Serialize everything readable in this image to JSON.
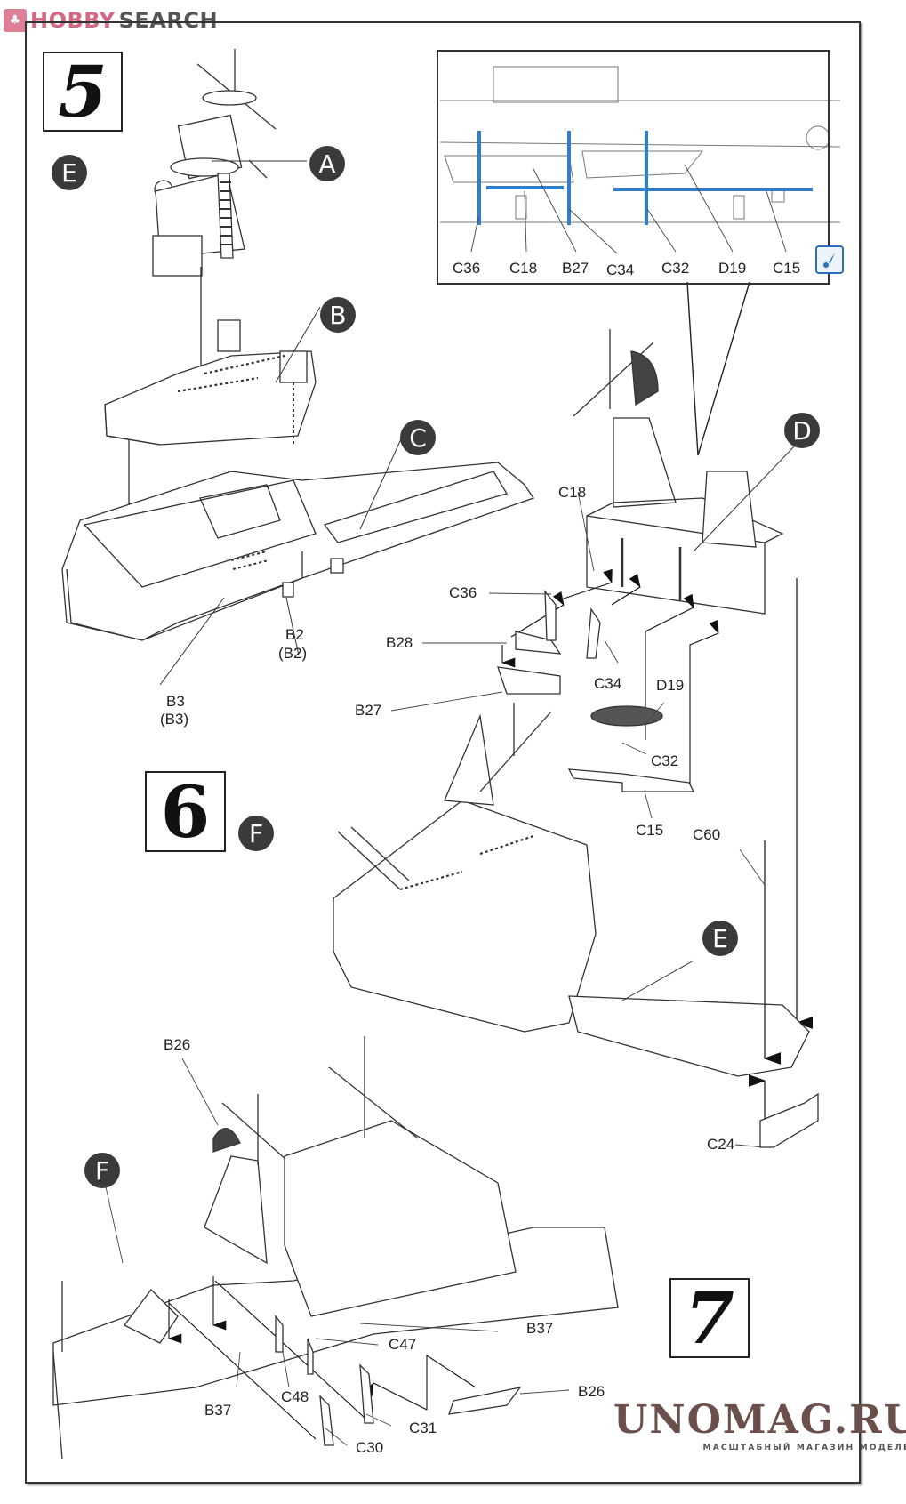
{
  "watermark": {
    "brand_logo_icon": "hobby-search-logo-icon",
    "brand_part1": "HOBBY",
    "brand_part2": "SEARCH"
  },
  "steps": [
    {
      "number": "5"
    },
    {
      "number": "6"
    },
    {
      "number": "7"
    }
  ],
  "assembly_labels": {
    "A": "A",
    "B": "B",
    "C": "C",
    "D": "D",
    "E_step5": "E",
    "E_step6": "E",
    "F_step6": "F",
    "F_step7": "F"
  },
  "inset": {
    "labels": [
      "C36",
      "C18",
      "B27",
      "C34",
      "C32",
      "D19",
      "C15"
    ],
    "highlight_color": "#2f7fd1",
    "note_icon": "paint-brush-note-icon"
  },
  "step5_parts": {
    "b3": "B3",
    "b3_alt": "(B3)",
    "b2": "B2",
    "b2_alt": "(B2)"
  },
  "step6_parts": {
    "c18": "C18",
    "c36": "C36",
    "b28": "B28",
    "b27": "B27",
    "c34": "C34",
    "d19": "D19",
    "c32": "C32",
    "c15": "C15",
    "c60": "C60",
    "c24": "C24"
  },
  "step7_parts": {
    "b26_top": "B26",
    "b37_right": "B37",
    "c47": "C47",
    "c48": "C48",
    "b37_left": "B37",
    "c31": "C31",
    "c30": "C30",
    "b26_boat": "B26"
  },
  "footer_watermark": {
    "title": "UNOMAG.RU",
    "subtitle": "МАСШТАБНЫЙ МАГАЗИН МОДЕЛЕЙ",
    "color": "#6b4f4b"
  }
}
